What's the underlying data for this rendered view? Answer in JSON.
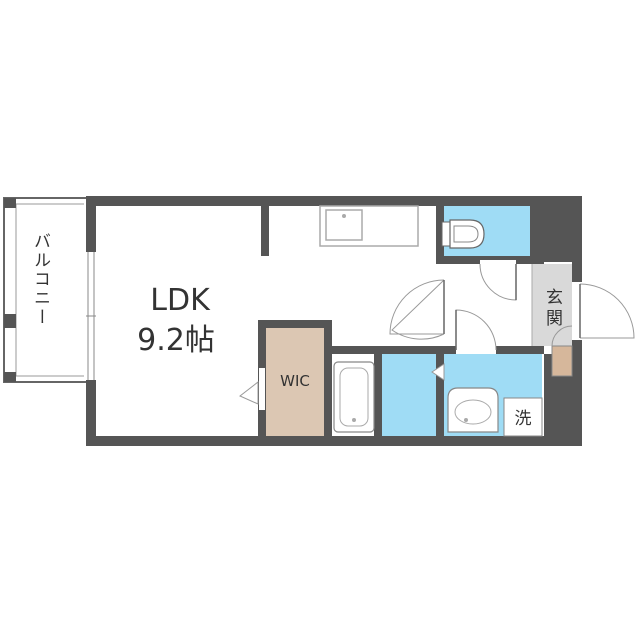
{
  "floor_plan": {
    "rooms": {
      "ldk": {
        "name": "LDK",
        "size": "9.2帖"
      },
      "wic": {
        "name": "WIC"
      },
      "balcony": {
        "name": "バルコニー"
      },
      "entrance": {
        "name": "玄関"
      },
      "laundry": {
        "name": "洗"
      }
    },
    "colors": {
      "wall": "#555555",
      "floor": "#ffffff",
      "wet_area": "#9fdcf5",
      "closet": "#dcc7b3",
      "entrance": "#d9d9d9",
      "shoe_box": "#d6b79b",
      "fixture_line": "#aaaaaa"
    }
  }
}
